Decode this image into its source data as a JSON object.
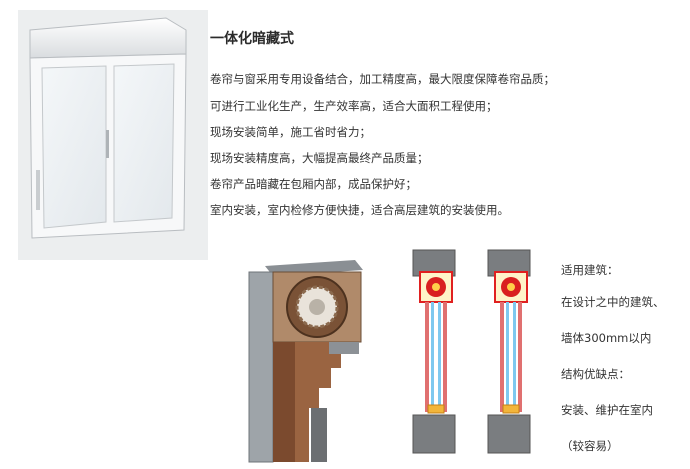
{
  "title": "一体化暗藏式",
  "features": [
    "卷帘与窗采用专用设备结合，加工精度高，最大限度保障卷帘品质；",
    "可进行工业化生产，生产效率高，适合大面积工程使用；",
    "现场安装简单，施工省时省力；",
    "现场安装精度高，大幅提高最终产品质量；",
    "卷帘产品暗藏在包厢内部，成品保护好；",
    "室内安装，室内检修方便快捷，适合高层建筑的安装使用。"
  ],
  "side_notes": [
    "适用建筑：",
    "在设计之中的建筑、",
    "墙体300mm以内",
    "结构优缺点：",
    "安装、维护在室内",
    "（较容易）"
  ]
}
